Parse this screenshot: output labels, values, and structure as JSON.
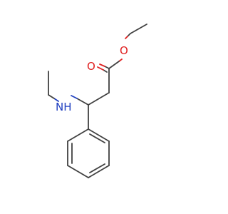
{
  "molecule": {
    "atom_labels": {
      "ester_carbonyl_oxygen": "O",
      "ester_ether_oxygen": "O",
      "amine_nitrogen": "NH"
    },
    "colors": {
      "bond": "#404040",
      "oxygen": "#e02020",
      "nitrogen": "#2040c0",
      "background": "#ffffff"
    }
  }
}
